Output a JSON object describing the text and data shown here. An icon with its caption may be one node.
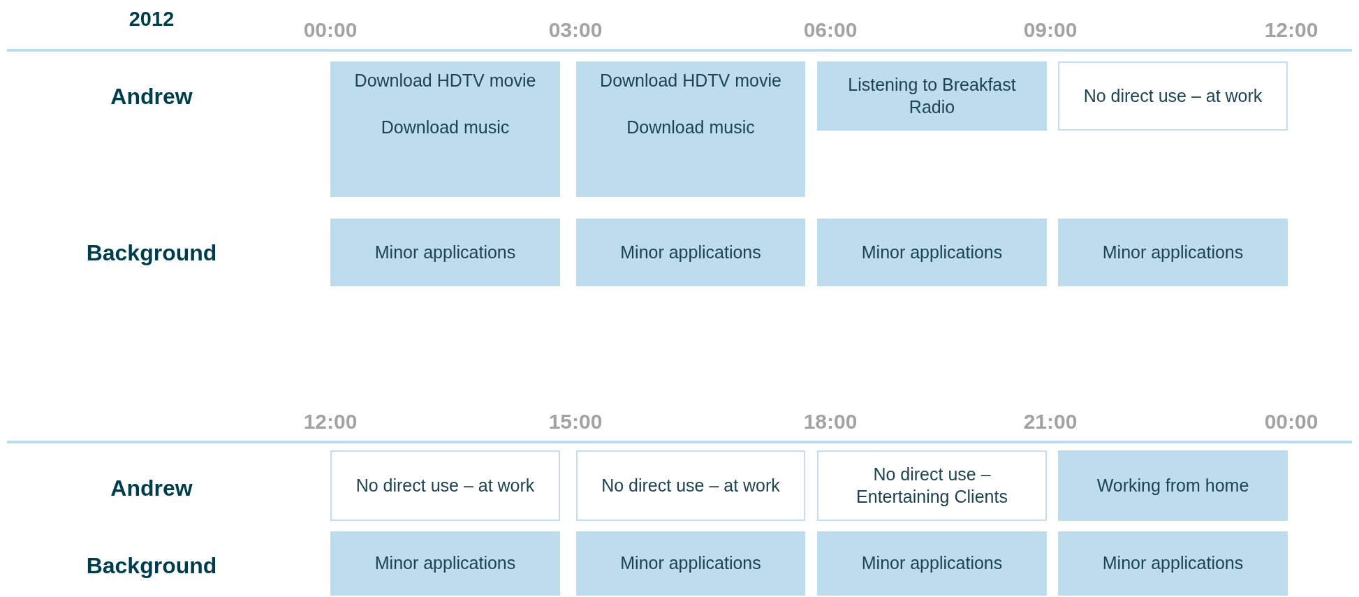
{
  "diagram": {
    "nodes": [
      {
        "text": [
          "Download HDTV movie",
          "Download music"
        ]
      },
      {
        "text": [
          "Download HDTV movie",
          "Download music"
        ]
      },
      {
        "text": [
          "Listening to Breakfast Radio"
        ]
      },
      {
        "text": [
          "No direct use – at work"
        ]
      },
      {
        "text": [
          "Minor applications"
        ]
      },
      {
        "text": [
          "Minor applications"
        ]
      },
      {
        "text": [
          "Minor applications"
        ]
      },
      {
        "text": [
          "Minor applications"
        ]
      },
      {
        "text": [
          "No direct use – at work"
        ]
      },
      {
        "text": [
          "No direct use – at work"
        ]
      },
      {
        "text": [
          "No direct use – Entertaining Clients"
        ]
      },
      {
        "text": [
          "Working from home"
        ]
      },
      {
        "text": [
          "Minor applications"
        ]
      },
      {
        "text": [
          "Minor applications"
        ]
      },
      {
        "text": [
          "Minor applications"
        ]
      },
      {
        "text": [
          "Minor applications"
        ]
      }
    ],
    "labels": [
      "2012",
      "00:00",
      "03:00",
      "06:00",
      "09:00",
      "12:00",
      "Andrew",
      "Background",
      "12:00",
      "15:00",
      "18:00",
      "21:00",
      "00:00",
      "Andrew",
      "Background"
    ]
  }
}
